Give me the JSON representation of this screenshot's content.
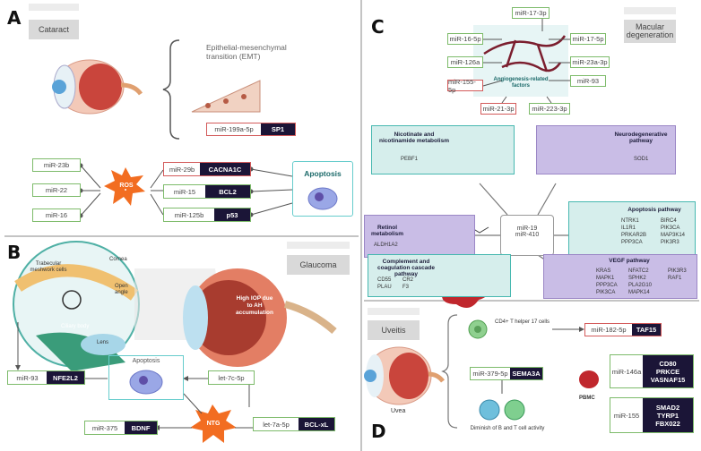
{
  "panels": {
    "A": {
      "letter": "A",
      "disease": "Cataract",
      "emt": "Epithelial-mesenchymal transition (EMT)",
      "emt_mir": "miR-199a-5p",
      "emt_target": "SP1",
      "left_mirs": [
        "miR-23b",
        "miR-22",
        "miR-16"
      ],
      "ros": "ROS",
      "pairs": [
        {
          "mir": "miR-29b",
          "target": "CACNA1C"
        },
        {
          "mir": "miR-15",
          "target": "BCL2"
        },
        {
          "mir": "miR-125b",
          "target": "p53"
        }
      ],
      "apoptosis": "Apoptosis"
    },
    "B": {
      "letter": "B",
      "disease": "Glaucoma",
      "cornea": "Cornea",
      "trab": "Trabecular meshwork cells",
      "open_angle": "Open angle",
      "ciliary": "Ciliary body",
      "lens": "Lens",
      "iop": "High IOP due to AH accumulation",
      "mir93": "miR-93",
      "nfe": "NFE2L2",
      "apoptosis": "Apoptosis",
      "let7c": "let-7c-5p",
      "mir375": "miR-375",
      "bdnf": "BDNF",
      "ntg": "NTG",
      "let7a": "let-7a-5p",
      "bclxl": "BCL-xL"
    },
    "C": {
      "letter": "C",
      "disease": "Macular degeneration",
      "mirs_left": [
        "miR-16-5p",
        "miR-126a",
        "miR-155-5p"
      ],
      "mir_top": "miR-17-3p",
      "mirs_right": [
        "miR-17-5p",
        "miR-23a-3p",
        "miR-93"
      ],
      "mirs_bottom": [
        "miR-21-3p",
        "miR-223-3p"
      ],
      "angio": "Angiogenesis-related factors",
      "center": [
        "miR-19",
        "miR-410"
      ],
      "nicotinate": {
        "title": "Nicotinate and nicotinamide metabolism",
        "genes": "PEBF1"
      },
      "neuro": {
        "title": "Neurodegenerative pathway",
        "genes": "SOD1"
      },
      "retinol": {
        "title": "Retinol metabolism",
        "genes": "ALDH1A2"
      },
      "apop": {
        "title": "Apoptosis pathway",
        "genes_a": [
          "NTRK1",
          "IL1R1",
          "PRKAR2B",
          "PPP3CA"
        ],
        "genes_b": [
          "BIRC4",
          "PIK3CA",
          "MAP3K14",
          "PIK3R3"
        ]
      },
      "complement": {
        "title": "Complement and coagulation cascade pathway",
        "genes_a": [
          "CD55",
          "PLAU"
        ],
        "genes_b": [
          "CR2",
          "F3"
        ]
      },
      "vegf": {
        "title": "VEGF pathway",
        "genes_a": [
          "KRAS",
          "MAPK1",
          "PPP3CA",
          "PIK3CA"
        ],
        "genes_b": [
          "NFATC2",
          "SPHK2",
          "PLA2G10",
          "MAPK14"
        ],
        "genes_c": [
          "PIK3R3",
          "RAF1"
        ]
      }
    },
    "D": {
      "letter": "D",
      "disease": "Uveitis",
      "uvea": "Uvea",
      "th17": "CD4+ T helper 17 cells",
      "mir182": "miR-182-5p",
      "taf15": "TAF15",
      "mir379": "miR-379-5p",
      "sema": "SEMA3A",
      "diminish": "Diminish of B and T cell activity",
      "pbmc": "PBMC",
      "mir146": "miR-146a",
      "t146": [
        "CD80",
        "PRKCE",
        "VASNAF15"
      ],
      "mir155": "miR-155",
      "t155": [
        "SMAD2",
        "TYRP1",
        "FBX022"
      ]
    }
  },
  "colors": {
    "green": "#7dbb6a",
    "red": "#d35a5a",
    "dark": "#1b1537",
    "teal": "#d6eeec",
    "purple": "#c9bde6",
    "orange": "#f26d21"
  }
}
